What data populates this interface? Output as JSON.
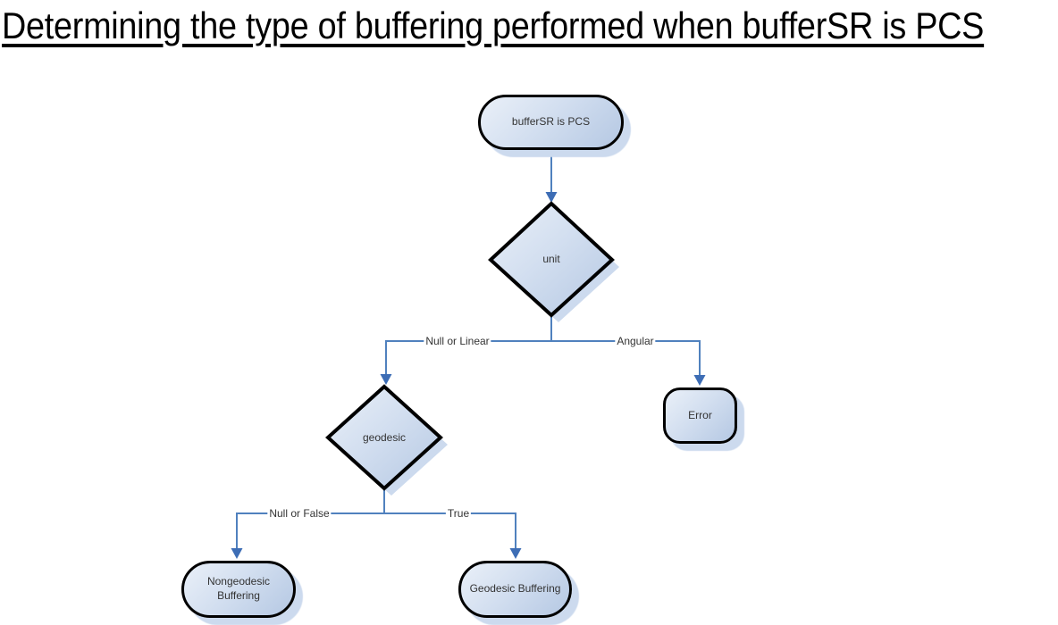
{
  "title": "Determining the type of buffering performed when bufferSR is PCS",
  "flowchart": {
    "nodes": {
      "start": "bufferSR is PCS",
      "unit": "unit",
      "geodesic": "geodesic",
      "error": "Error",
      "nongeodesic": "Nongeodesic Buffering",
      "geodesic_buffering": "Geodesic Buffering"
    },
    "edge_labels": {
      "unit_left": "Null or Linear",
      "unit_right": "Angular",
      "geodesic_left": "Null or False",
      "geodesic_right": "True"
    },
    "colors": {
      "connector_line": "#5081be",
      "arrowhead": "#3d6db5",
      "node_fill_light": "#eaf0f8",
      "node_fill_dark": "#b5c8e3",
      "node_border": "#000000",
      "shadow": "#ccdaee",
      "text": "#333333",
      "title_text": "#000000"
    }
  }
}
